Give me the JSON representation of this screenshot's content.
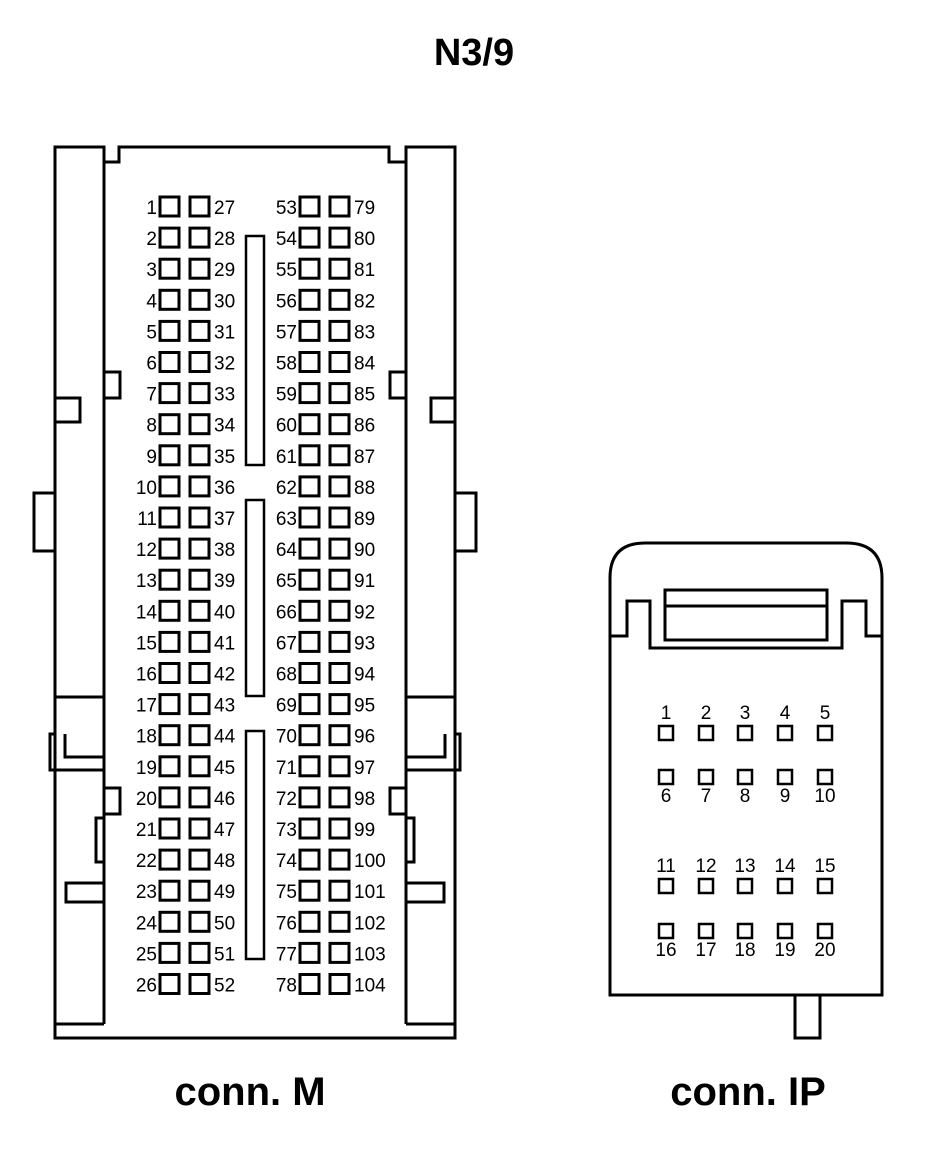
{
  "title": "N3/9",
  "connectors": {
    "m": {
      "caption": "conn. M",
      "columns": [
        [
          "1",
          "2",
          "3",
          "4",
          "5",
          "6",
          "7",
          "8",
          "9",
          "10",
          "11",
          "12",
          "13",
          "14",
          "15",
          "16",
          "17",
          "18",
          "19",
          "20",
          "21",
          "22",
          "23",
          "24",
          "25",
          "26"
        ],
        [
          "27",
          "28",
          "29",
          "30",
          "31",
          "32",
          "33",
          "34",
          "35",
          "36",
          "37",
          "38",
          "39",
          "40",
          "41",
          "42",
          "43",
          "44",
          "45",
          "46",
          "47",
          "48",
          "49",
          "50",
          "51",
          "52"
        ],
        [
          "53",
          "54",
          "55",
          "56",
          "57",
          "58",
          "59",
          "60",
          "61",
          "62",
          "63",
          "64",
          "65",
          "66",
          "67",
          "68",
          "69",
          "70",
          "71",
          "72",
          "73",
          "74",
          "75",
          "76",
          "77",
          "78"
        ],
        [
          "79",
          "80",
          "81",
          "82",
          "83",
          "84",
          "85",
          "86",
          "87",
          "88",
          "89",
          "90",
          "91",
          "92",
          "93",
          "94",
          "95",
          "96",
          "97",
          "98",
          "99",
          "100",
          "101",
          "102",
          "103",
          "104"
        ]
      ]
    },
    "ip": {
      "caption": "conn. IP",
      "rows": [
        [
          "1",
          "2",
          "3",
          "4",
          "5"
        ],
        [
          "6",
          "7",
          "8",
          "9",
          "10"
        ],
        [
          "11",
          "12",
          "13",
          "14",
          "15"
        ],
        [
          "16",
          "17",
          "18",
          "19",
          "20"
        ]
      ]
    }
  }
}
